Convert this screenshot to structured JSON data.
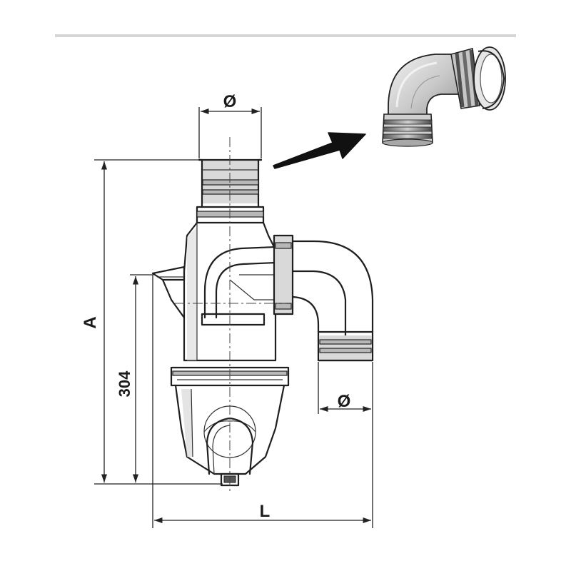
{
  "labels": {
    "diameter_top": "Ø",
    "diameter_side": "Ø",
    "height_a": "A",
    "height_304": "304",
    "length_l": "L"
  },
  "colors": {
    "line": "#1f1f1f",
    "shade": "#d9d9d9",
    "rule": "#d6d6d6",
    "background": "#ffffff"
  },
  "icons": {
    "arrow": "right-arrow-icon",
    "elbow": "pipe-elbow-icon"
  }
}
